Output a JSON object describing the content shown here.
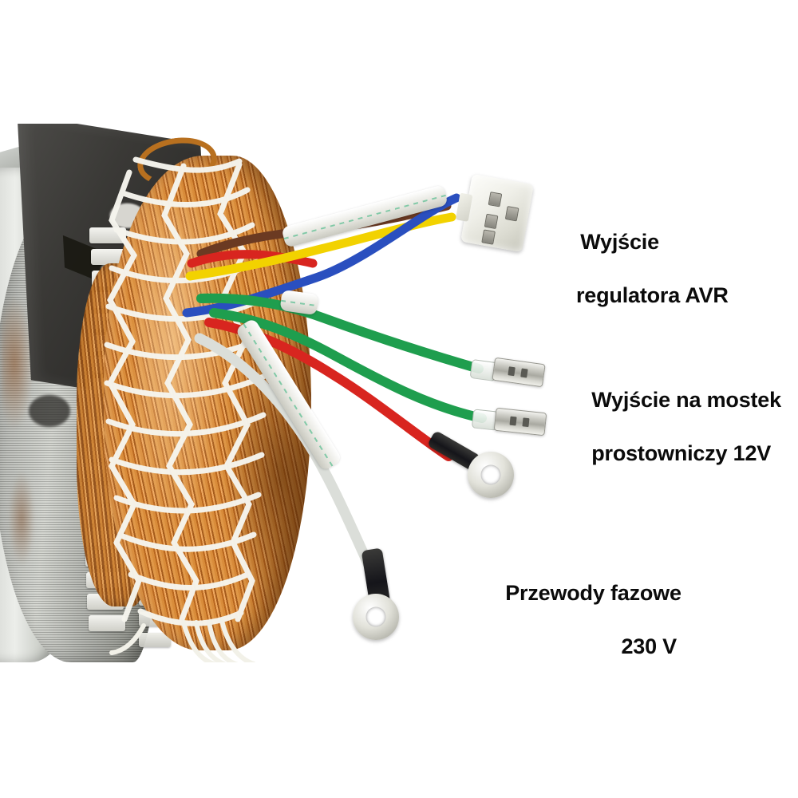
{
  "image": {
    "subject": "Stator alternatora generatora pradotworczego",
    "background_color": "#ffffff"
  },
  "annotations": [
    {
      "id": "avr",
      "line1": "Wyjście",
      "line2": "regulatora AVR",
      "target": "white-4-pin-connector",
      "color": "#0b0b0b"
    },
    {
      "id": "bridge",
      "line1": "Wyjście na mostek",
      "line2": "prostowniczy 12V",
      "target": "green-spade-terminals",
      "color": "#0b0b0b"
    },
    {
      "id": "phase",
      "line1": "Przewody fazowe",
      "line2": "230 V",
      "target": "ring-terminals",
      "color": "#0b0b0b"
    }
  ],
  "photo": {
    "parts": {
      "housing": "dark-metal-housing",
      "core": "laminated-steel-stator-core",
      "winding": "copper-winding",
      "lacing": "white-lacing-cord-net",
      "wedges": "white-slot-wedges",
      "shaft": "metal-shaft-cylinder"
    },
    "connector": {
      "name": "AVR connector",
      "type": "4-pin white housing",
      "pin_count": 4
    },
    "wires": [
      {
        "name": "blue-wire",
        "color": "#2a4fbf",
        "goes_to": "avr-connector"
      },
      {
        "name": "brown-wire",
        "color": "#6b3a22",
        "goes_to": "avr-connector"
      },
      {
        "name": "yellow-wire",
        "color": "#f2d200",
        "goes_to": "avr-connector"
      },
      {
        "name": "green-wire-1",
        "color": "#1f9e4e",
        "goes_to": "spade-terminal-upper"
      },
      {
        "name": "green-wire-2",
        "color": "#1f9e4e",
        "goes_to": "spade-terminal-lower"
      },
      {
        "name": "red-wire",
        "color": "#d8251f",
        "goes_to": "ring-terminal-upper"
      },
      {
        "name": "white-wire",
        "color": "#e8ebe6",
        "goes_to": "ring-terminal-lower"
      }
    ],
    "terminals": [
      {
        "name": "spade-terminal-upper",
        "kind": "female-spade",
        "metal": "#bcbcb3"
      },
      {
        "name": "spade-terminal-lower",
        "kind": "female-spade",
        "metal": "#bcbcb3"
      },
      {
        "name": "ring-terminal-upper",
        "kind": "ring",
        "metal": "#bcbcb3"
      },
      {
        "name": "ring-terminal-lower",
        "kind": "ring",
        "metal": "#bcbcb3"
      }
    ],
    "sleeving": {
      "name": "fiberglass-sleeving",
      "color": "#f2f2ea",
      "tracer_color": "#5fbf94"
    }
  }
}
